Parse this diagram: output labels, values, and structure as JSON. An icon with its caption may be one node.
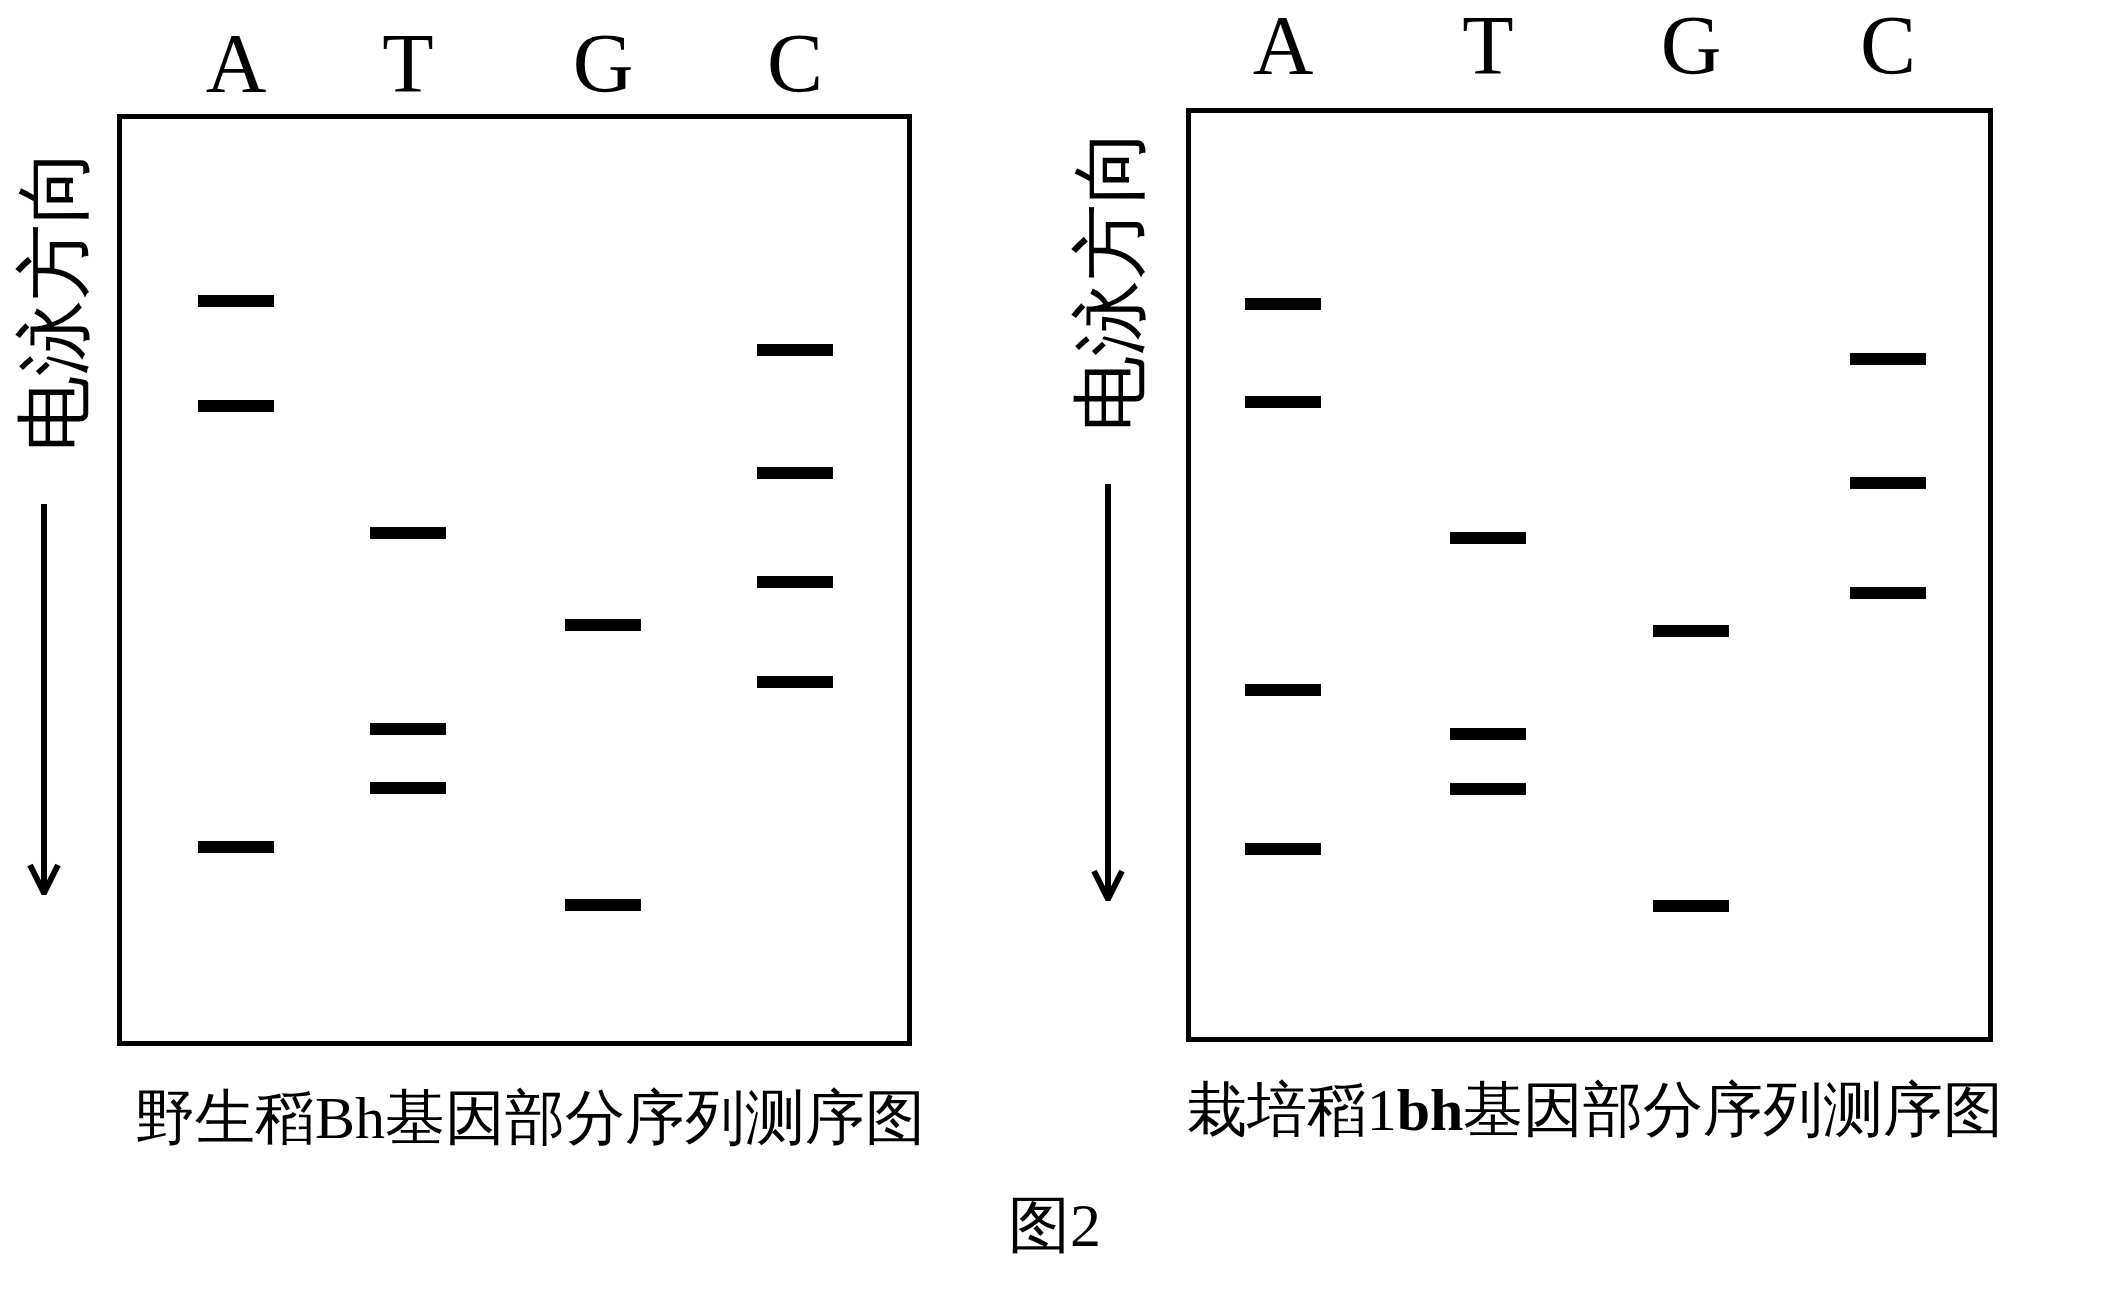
{
  "diagram": {
    "caption": "图2",
    "nodes": [
      {
        "text": [
          "野生稻Bh基因部分序列测序图"
        ]
      },
      {
        "text": [
          "栽培稻1**bh**基因部分序列测序图"
        ]
      }
    ],
    "labels": [
      "A",
      "T",
      "G",
      "C",
      "A",
      "T",
      "G",
      "C",
      "电泳方向",
      "电泳方向"
    ]
  }
}
